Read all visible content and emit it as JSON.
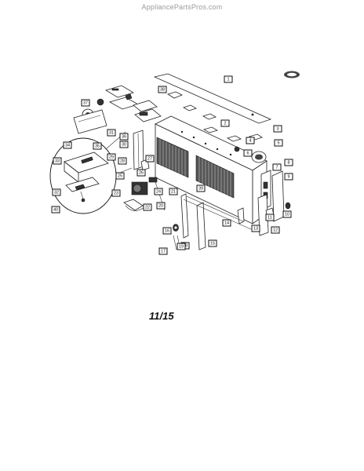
{
  "watermark": "AppliancePartsPros.com",
  "page_number": "11/15",
  "callouts": [
    "1",
    "2",
    "3",
    "4",
    "5",
    "6",
    "7",
    "8",
    "9",
    "10",
    "11",
    "12",
    "13",
    "14",
    "15",
    "16",
    "17",
    "18",
    "19",
    "20",
    "21",
    "22",
    "23",
    "24",
    "25",
    "26",
    "27",
    "28",
    "29",
    "30",
    "31",
    "32",
    "33",
    "34",
    "35",
    "36",
    "37",
    "38",
    "39",
    "40"
  ]
}
